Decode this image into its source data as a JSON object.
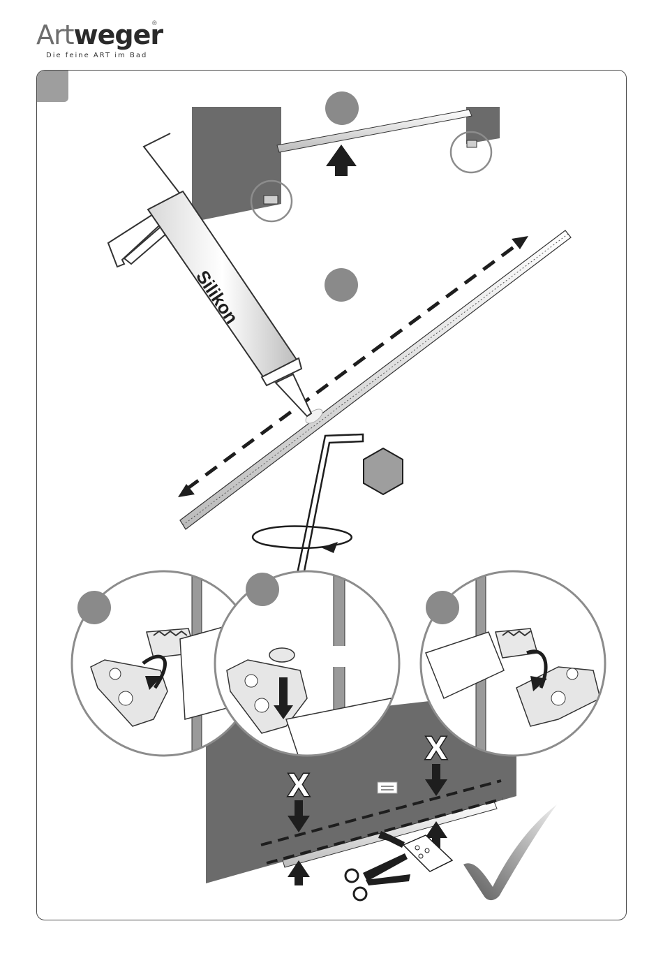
{
  "brand": {
    "name_light": "Art",
    "name_bold": "weger",
    "registered": "®",
    "tagline": "Die feine ART im Bad"
  },
  "illustration": {
    "silicone_label": "Silikon",
    "prohibited_marks": [
      "X",
      "X"
    ],
    "colors": {
      "frame": "#4a4a4a",
      "step_badge": "#9e9e9e",
      "panel": "#6b6b6b",
      "circle_badge": "#8a8a8a",
      "check": "#7d7d7d"
    }
  }
}
